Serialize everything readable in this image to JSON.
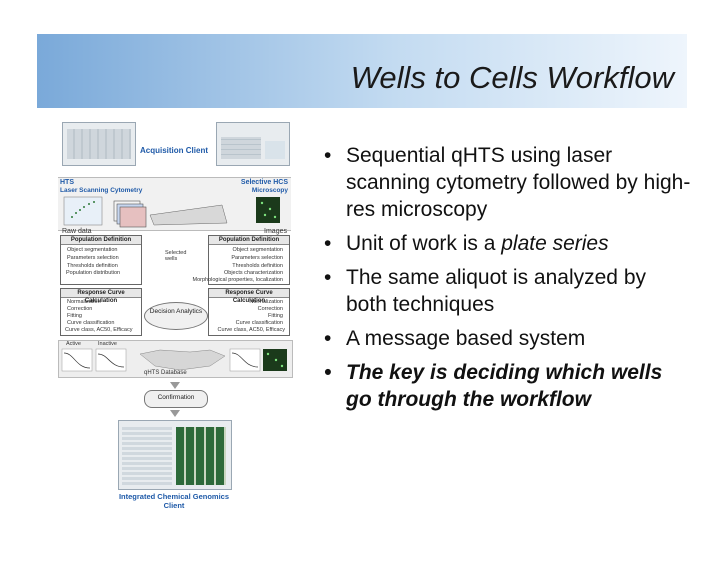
{
  "slide": {
    "title": "Wells to Cells Workflow",
    "bullets": [
      {
        "pre": "Sequential qHTS using laser scanning cytometry followed by high-res microscopy",
        "em": "",
        "bold": false
      },
      {
        "pre": "Unit of work is a ",
        "em": "plate series",
        "bold": false
      },
      {
        "pre": "The same aliquot is analyzed by both techniques",
        "em": "",
        "bold": false
      },
      {
        "pre": "A message based system",
        "em": "",
        "bold": false
      },
      {
        "pre": "The key is deciding which wells go through the workflow",
        "em": "",
        "bold": true
      }
    ]
  },
  "diagram": {
    "acquisition_client": "Acquisition Client",
    "hts": "HTS",
    "laser_scanning": "Laser Scanning Cytometry",
    "selective_hcs": "Selective HCS",
    "microscopy": "Microscopy",
    "raw_data": "Raw data",
    "images": "Images",
    "population_definition": "Population Definition",
    "left_pop_items": [
      "Object segmentation",
      "Parameters selection",
      "Thresholds definition"
    ],
    "right_pop_items": [
      "Object segmentation",
      "Parameters selection",
      "Thresholds definition"
    ],
    "selected_wells": "Selected wells",
    "population_distribution": "Population distribution",
    "objects_characterization": "Objects characterization",
    "morphological": "Morphological properties, localization",
    "response_curve_calc": "Response Curve Calculation",
    "left_resp_items": [
      "Normalization",
      "Correction",
      "Fitting",
      "Curve classification"
    ],
    "right_resp_items": [
      "Normalization",
      "Correction",
      "Fitting",
      "Curve classification"
    ],
    "curve_class_left": "Curve class, AC50, Efficacy",
    "curve_class_right": "Curve class, AC50, Efficacy",
    "decision_analytics": "Decision Analytics",
    "active": "Active",
    "inactive": "Inactive",
    "qhts_database": "qHTS Database",
    "confirmation": "Confirmation",
    "igc_client": "Integrated Chemical Genomics Client",
    "colors": {
      "blue_label": "#1f5aa8",
      "banner_start": "#7aa9d9"
    }
  }
}
